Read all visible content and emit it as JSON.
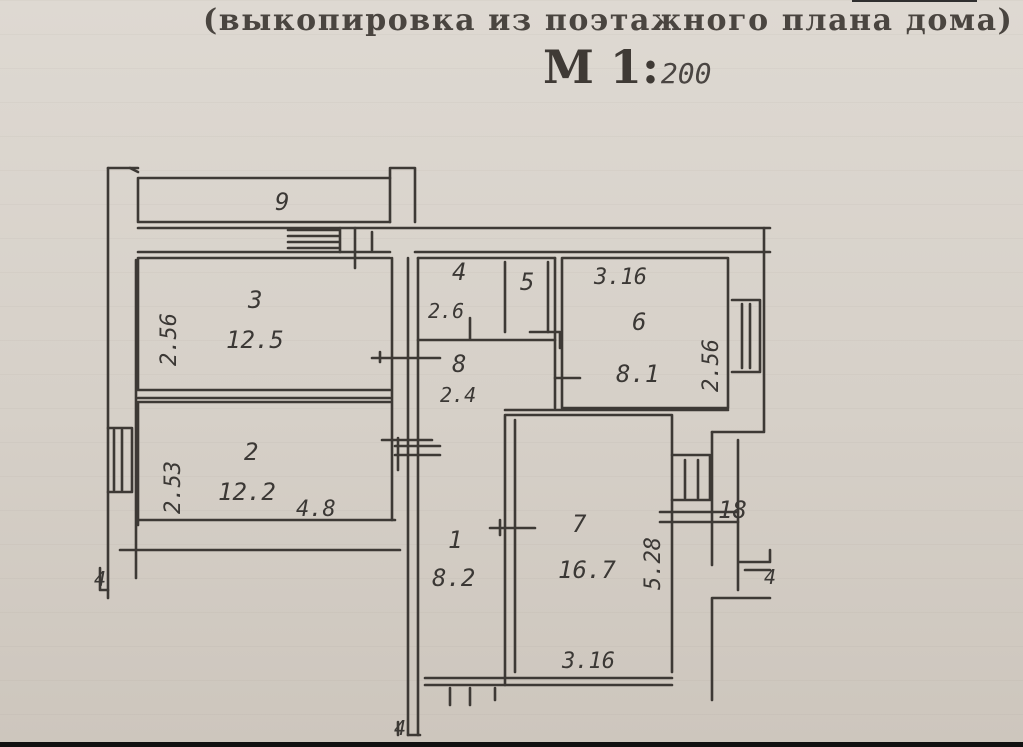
{
  "header": {
    "subtitle": "(выкопировка из поэтажного плана дома)",
    "scale_label": "М 1:",
    "scale_value": "200"
  },
  "rooms": [
    {
      "number": "9",
      "area": ""
    },
    {
      "number": "3",
      "area": "12.5"
    },
    {
      "number": "2",
      "area": "12.2"
    },
    {
      "number": "4",
      "area": "2.6"
    },
    {
      "number": "5",
      "area": ""
    },
    {
      "number": "6",
      "area": "8.1"
    },
    {
      "number": "8",
      "area": "2.4"
    },
    {
      "number": "1",
      "area": "8.2"
    },
    {
      "number": "7",
      "area": "16.7"
    },
    {
      "number": "18",
      "area": ""
    }
  ],
  "dimensions": {
    "room3_height": "2.56",
    "room2_height": "2.53",
    "room2_length": "4.8",
    "room6_top": "3.16",
    "room6_height": "2.56",
    "room7_height": "5.28",
    "room7_bottom": "3.16"
  },
  "markers": {
    "left": "4",
    "bottom": "4",
    "right": "4"
  }
}
